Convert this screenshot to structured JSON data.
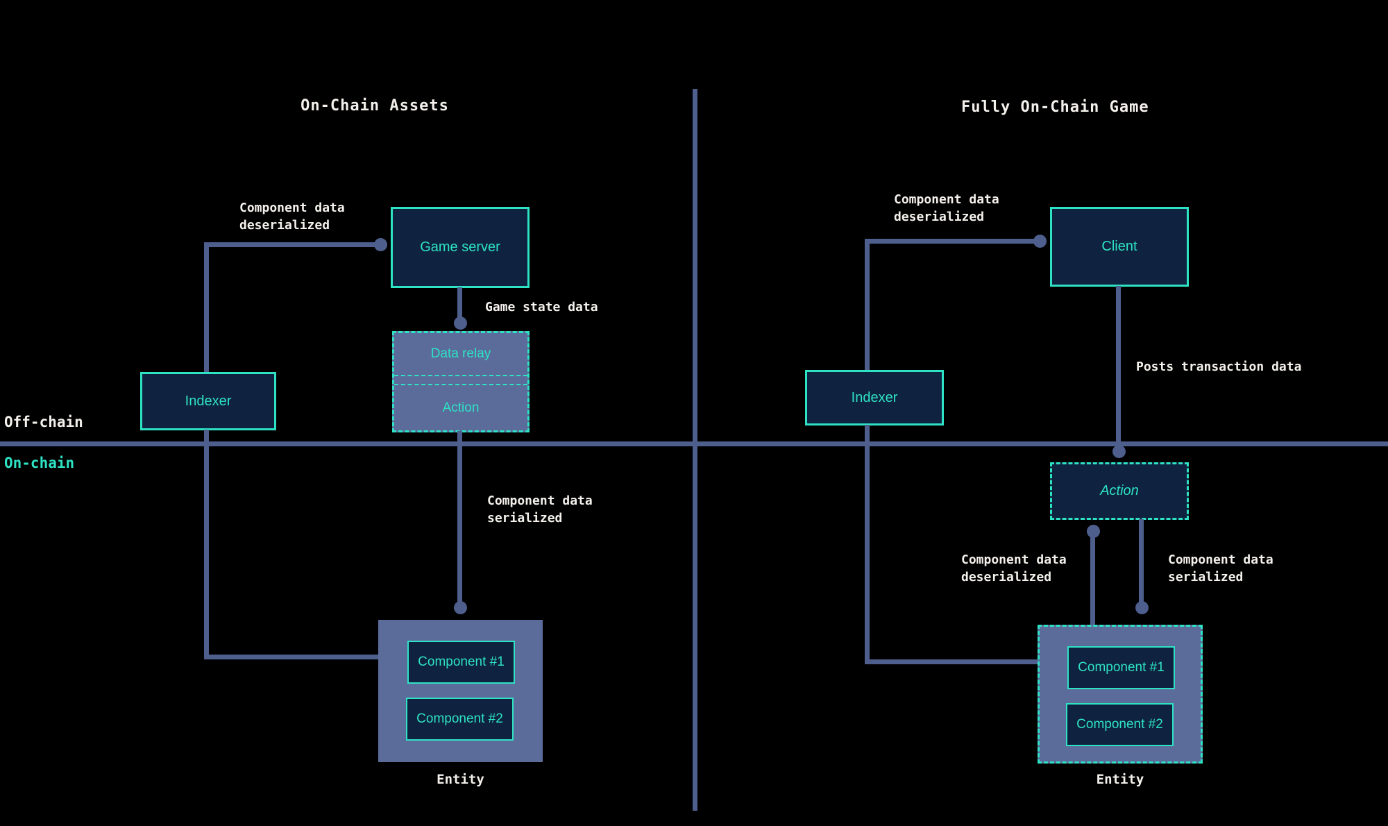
{
  "colors": {
    "background": "#000000",
    "teal": "#2ee3c4",
    "navy": "#0f2240",
    "slate": "#4e5f8e",
    "slate_fill": "#5b6c9b",
    "white": "#f4f1ec"
  },
  "dividers": {
    "off_chain_label": "Off-chain",
    "on_chain_label": "On-chain"
  },
  "left": {
    "title": "On-Chain Assets",
    "labels": {
      "deserialized_line1": "Component data",
      "deserialized_line2": "deserialized",
      "game_state": "Game state data",
      "serialized_line1": "Component data",
      "serialized_line2": "serialized"
    },
    "nodes": {
      "game_server": "Game server",
      "data_relay": "Data relay",
      "action": "Action",
      "indexer": "Indexer",
      "component_1": "Component #1",
      "component_2": "Component #2",
      "entity": "Entity"
    }
  },
  "right": {
    "title": "Fully On-Chain Game",
    "labels": {
      "deserialized_top_line1": "Component data",
      "deserialized_top_line2": "deserialized",
      "posts_transaction": "Posts transaction data",
      "deserialized_line1": "Component data",
      "deserialized_line2": "deserialized",
      "serialized_line1": "Component data",
      "serialized_line2": "serialized"
    },
    "nodes": {
      "client": "Client",
      "indexer": "Indexer",
      "action": "Action",
      "component_1": "Component #1",
      "component_2": "Component #2",
      "entity": "Entity"
    }
  }
}
